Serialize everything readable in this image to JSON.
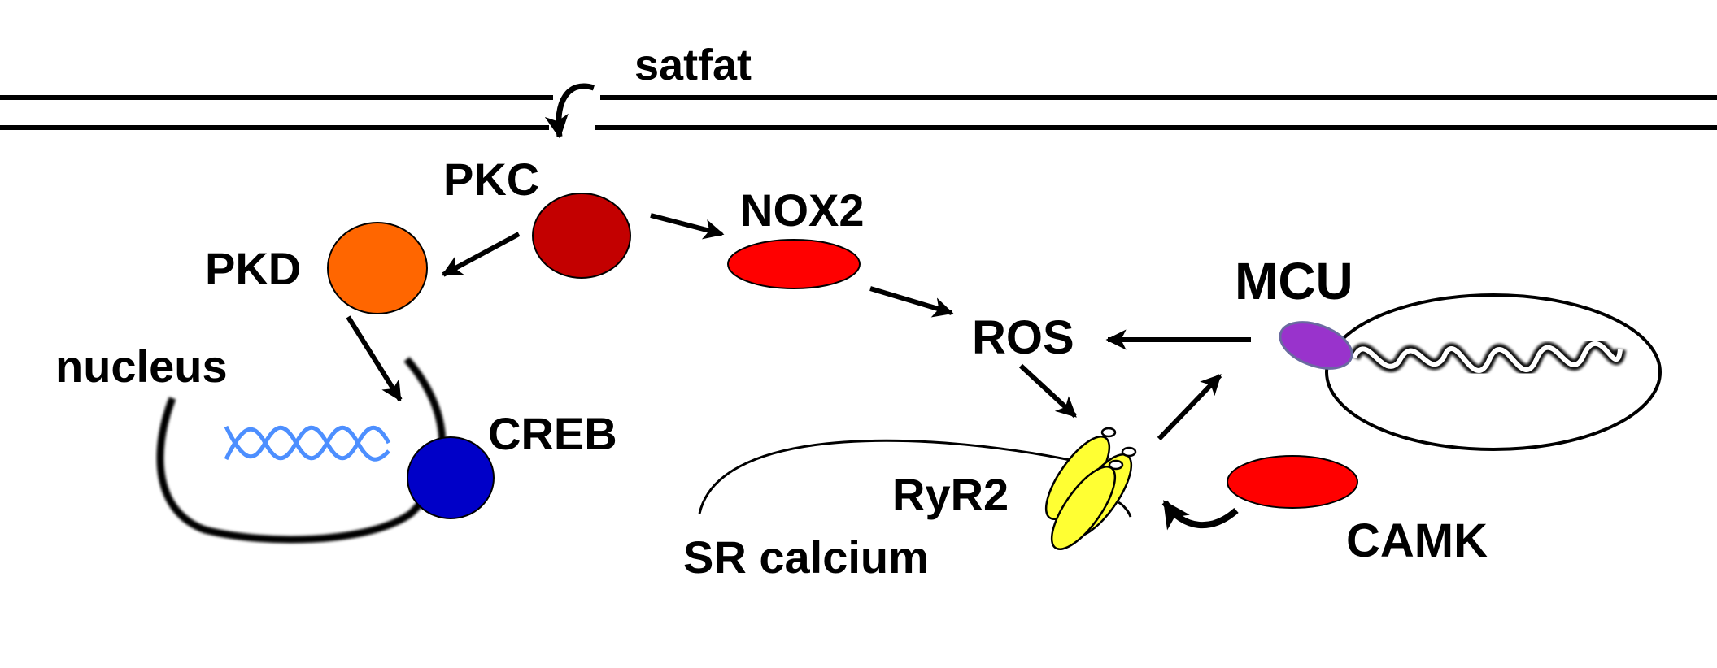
{
  "labels": {
    "satfat": "satfat",
    "pkc": "PKC",
    "pkd": "PKD",
    "nox2": "NOX2",
    "ros": "ROS",
    "mcu": "MCU",
    "nucleus": "nucleus",
    "creb": "CREB",
    "ryr2": "RyR2",
    "sr_calcium": "SR calcium",
    "camk": "CAMK"
  },
  "colors": {
    "pkc": "#c30000",
    "pkd": "#ff6600",
    "nox2": "#ff0000",
    "camk": "#ff0000",
    "creb": "#0000c8",
    "mcu": "#9933cc",
    "ryr2": "#ffff33",
    "dna": "#4d8fff"
  }
}
